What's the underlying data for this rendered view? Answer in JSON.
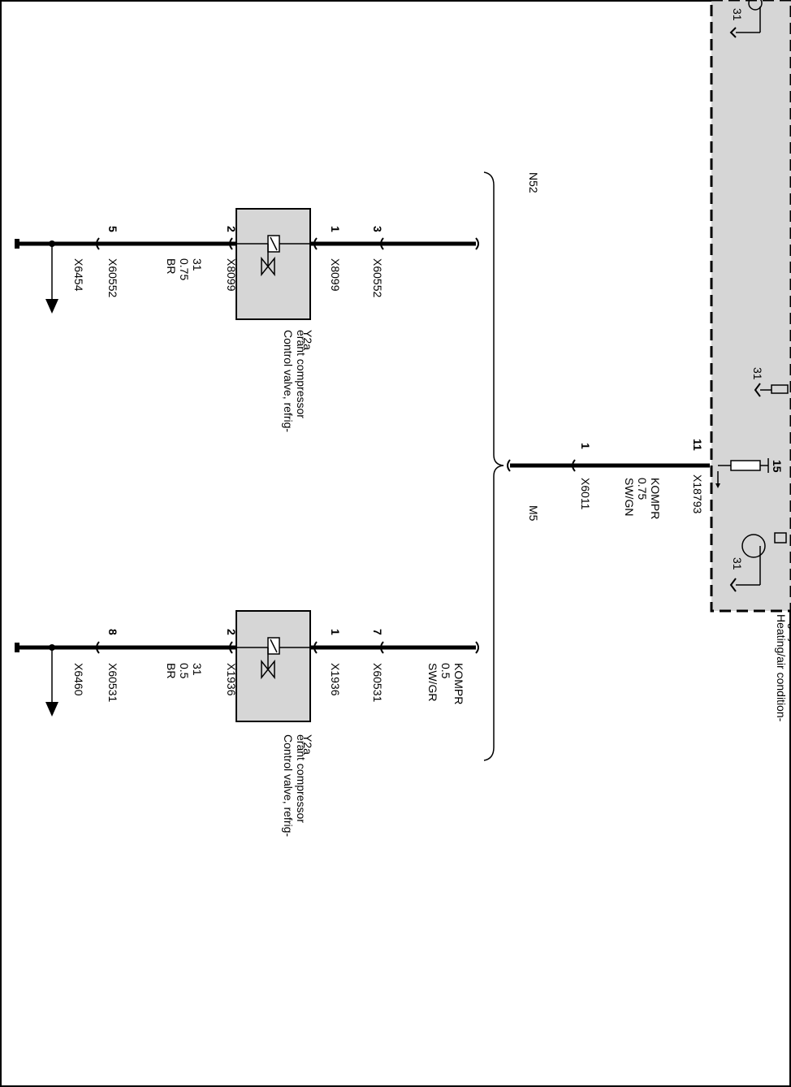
{
  "module": {
    "label": "Heating/air condition-\ning system",
    "pin": "11",
    "connector": "X18793",
    "ground_top": "31",
    "ground_mid": "31",
    "ground_low": "31",
    "supply": "15"
  },
  "feed": {
    "signal": "KOMPR",
    "size": "0.75",
    "color": "SW/GN",
    "connector": "X6011",
    "pin": "1"
  },
  "variants": {
    "left": "N52",
    "right": "M5"
  },
  "branch_a": {
    "pin_top": "3",
    "conn_top": "X60552",
    "valve_pin_in": "1",
    "valve_conn_in": "X8099",
    "valve_pin_out": "2",
    "valve_conn_out": "X8099",
    "wire_out_sig": "31",
    "wire_out_size": "0.75",
    "wire_out_color": "BR",
    "pin_bottom": "5",
    "conn_bottom": "X60552",
    "ground_ref": "X6454",
    "component_id": "Y2a",
    "component_name": "Control valve, refrig-\nerant compressor"
  },
  "branch_b": {
    "signal": "KOMPR",
    "size": "0.5",
    "color": "SW/GR",
    "pin_top": "7",
    "conn_top": "X60531",
    "valve_pin_in": "1",
    "valve_conn_in": "X1936",
    "valve_pin_out": "2",
    "valve_conn_out": "X1936",
    "wire_out_sig": "31",
    "wire_out_size": "0.5",
    "wire_out_color": "BR",
    "pin_bottom": "8",
    "conn_bottom": "X60531",
    "ground_ref": "X6460",
    "component_id": "Y2a",
    "component_name": "Control valve, refrig-\nerant compressor"
  }
}
